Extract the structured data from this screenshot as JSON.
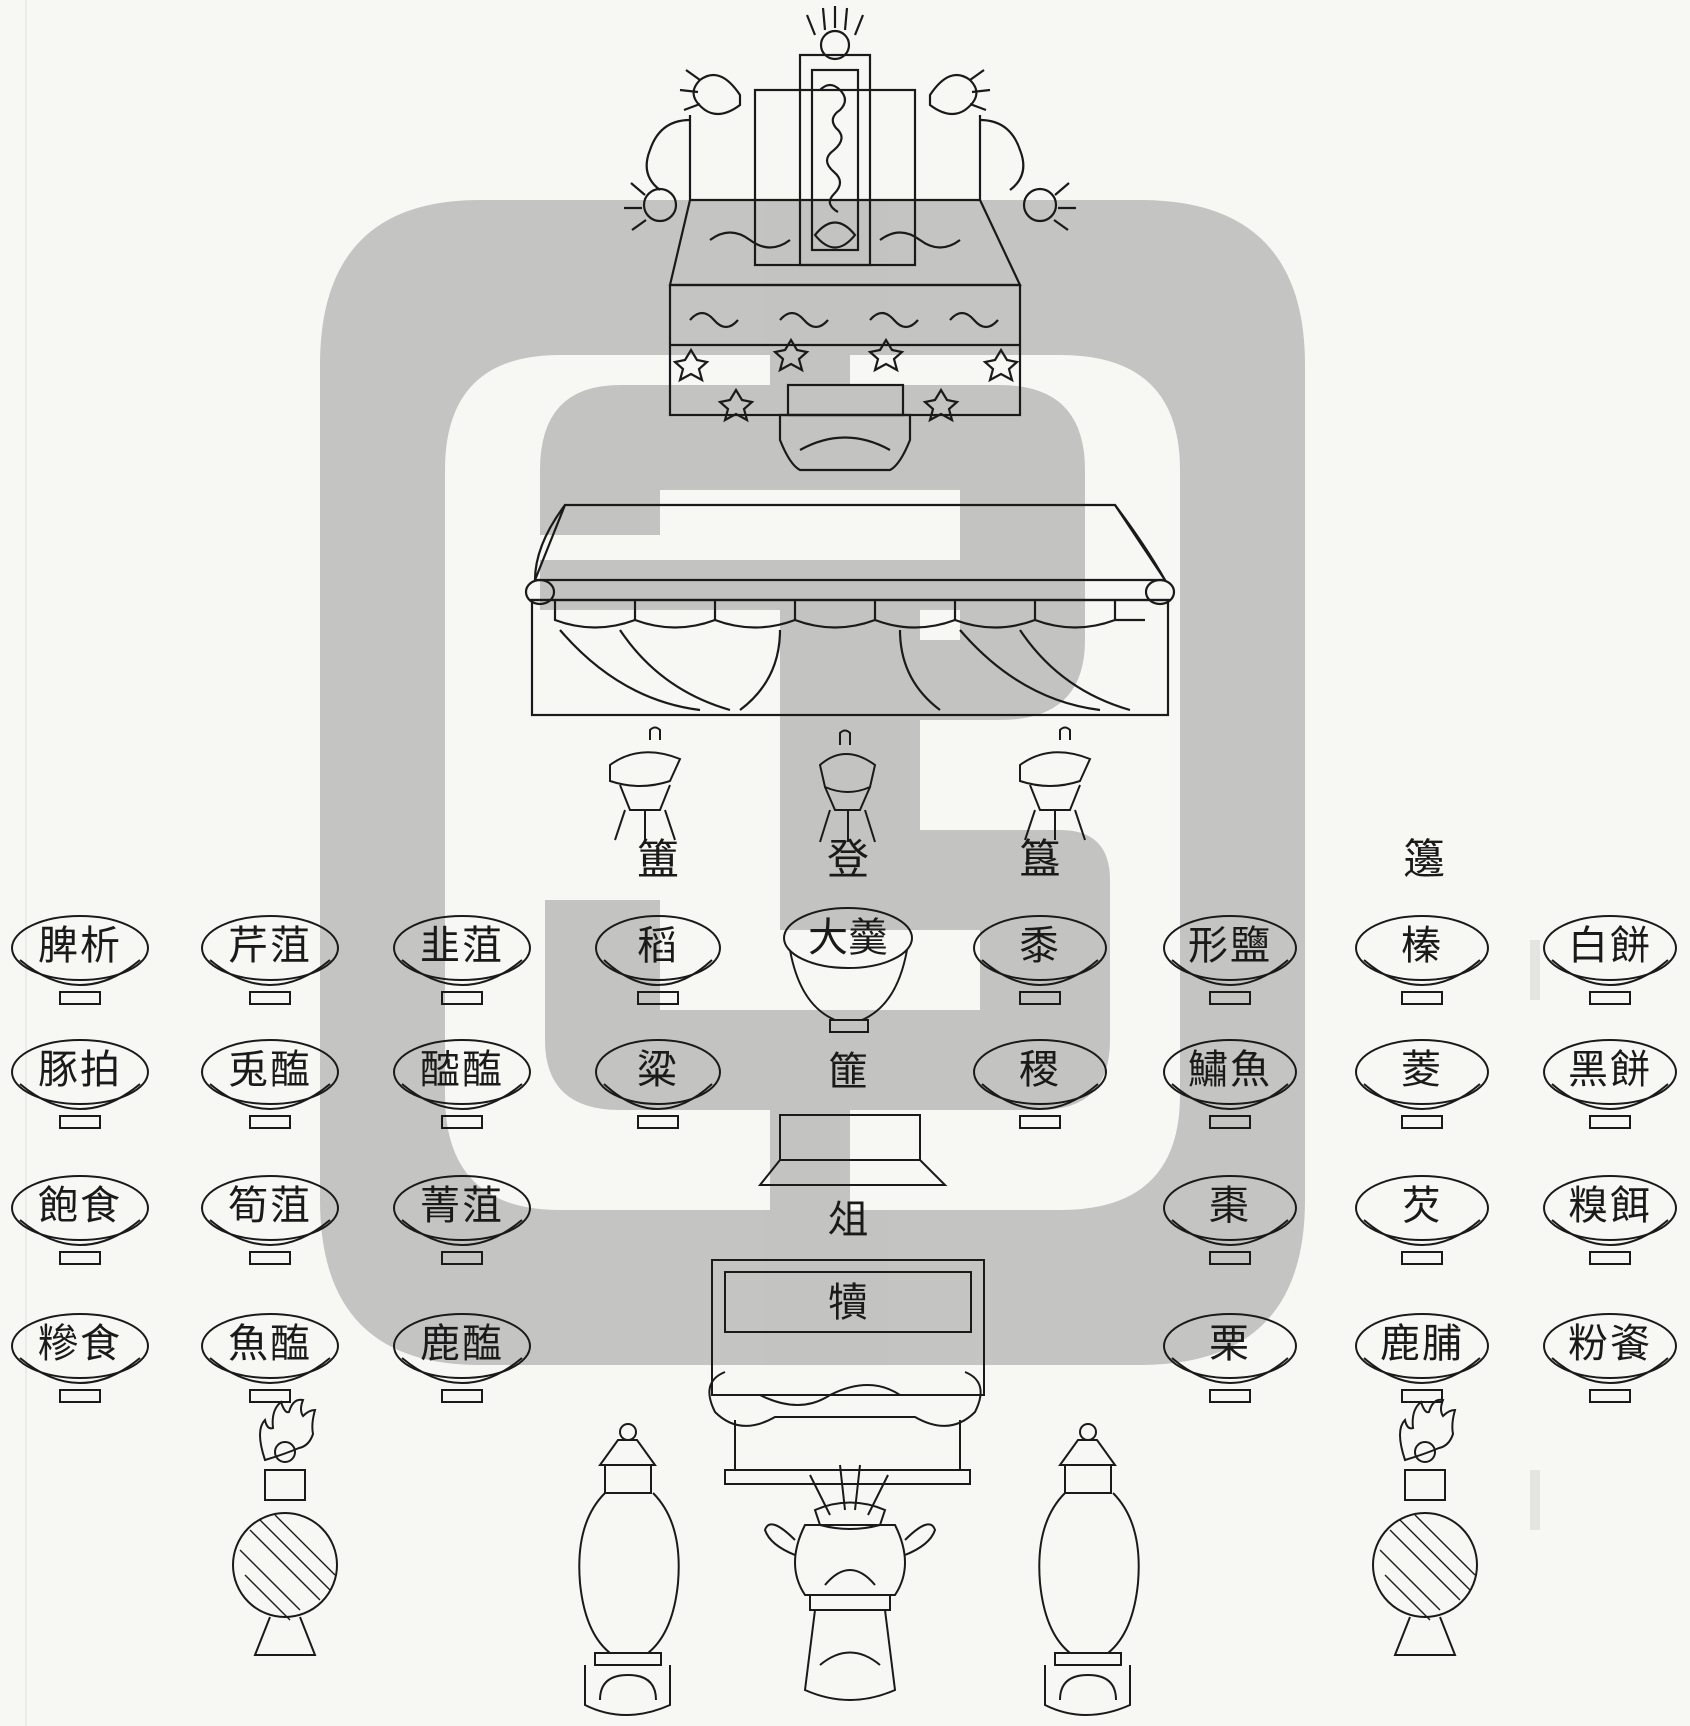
{
  "vessel_labels": {
    "fu": "簠",
    "deng": "登",
    "gui": "簋",
    "bian": "籩"
  },
  "center_labels": {
    "soup": "大羹",
    "basket": "篚",
    "altar": "俎",
    "offering": "犢"
  },
  "left_rows": [
    [
      "脾析",
      "芹菹",
      "韭菹",
      "稻"
    ],
    [
      "豚拍",
      "兎醢",
      "醓醢",
      "粱"
    ],
    [
      "飽食",
      "筍菹",
      "菁菹"
    ],
    [
      "糝食",
      "魚醢",
      "鹿醢"
    ]
  ],
  "right_rows": [
    [
      "黍",
      "形鹽",
      "榛",
      "白餅"
    ],
    [
      "稷",
      "鱐魚",
      "菱",
      "黑餅"
    ],
    [
      "棗",
      "芡",
      "糗餌"
    ],
    [
      "栗",
      "鹿脯",
      "粉餈"
    ]
  ],
  "colors": {
    "ink": "#1a1a1a",
    "paper": "#f7f7f4",
    "watermark": "#b8b8b8"
  },
  "icons": [
    "throne-icon",
    "altar-table-icon",
    "jue-cup-icon",
    "bowl-icon",
    "tall-bowl-icon",
    "basket-icon",
    "zu-stand-icon",
    "candle-torch-icon",
    "vase-icon",
    "incense-burner-icon",
    "watermark-logo-icon"
  ]
}
